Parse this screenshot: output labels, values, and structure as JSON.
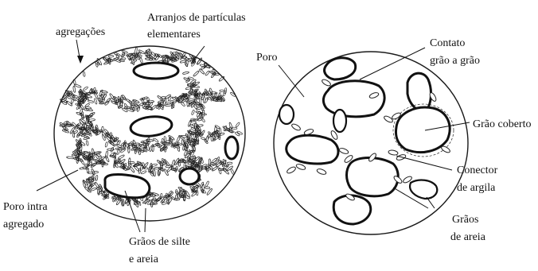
{
  "left_diagram": {
    "labels": {
      "agregacoes": "agregações",
      "arranjos_line1": "Arranjos de partículas",
      "arranjos_line2": "elementares",
      "poro_intra_line1": "Poro intra",
      "poro_intra_line2": "agregado",
      "graos_silte_line1": "Grãos de silte",
      "graos_silte_line2": "e areia"
    }
  },
  "right_diagram": {
    "labels": {
      "poro": "Poro",
      "contato_line1": "Contato",
      "contato_line2": "grão a grão",
      "grao_coberto": "Grão coberto",
      "conector_line1": "Conector",
      "conector_line2": "de argila",
      "graos_areia_line1": "Grãos",
      "graos_areia_line2": "de areia"
    }
  }
}
